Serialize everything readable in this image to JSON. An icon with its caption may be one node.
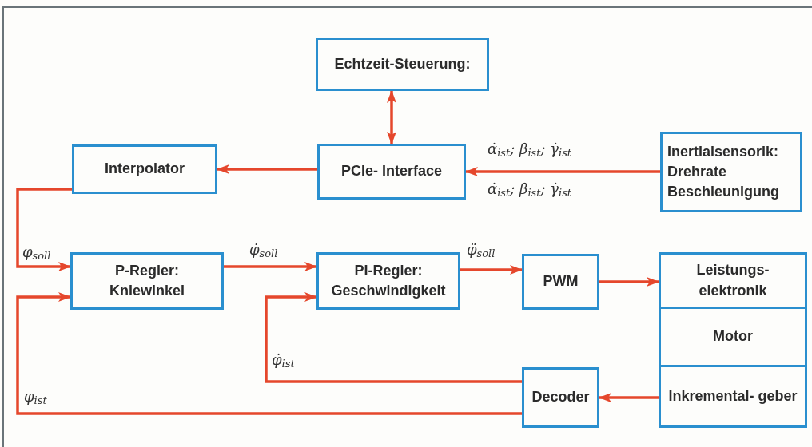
{
  "diagram": {
    "nodes": [
      {
        "text": [
          "Echtzeit-Steuerung:"
        ]
      },
      {
        "text": [
          "Interpolator"
        ]
      },
      {
        "text": [
          "PCIe- Interface"
        ]
      },
      {
        "text": [
          "Inertialsensorik: Drehrate Beschleunigung"
        ]
      },
      {
        "text": [
          "P-Regler: Kniewinkel"
        ]
      },
      {
        "text": [
          "PI-Regler: Geschwindigkeit"
        ]
      },
      {
        "text": [
          "PWM"
        ]
      },
      {
        "text": [
          "Leistungs- elektronik"
        ]
      },
      {
        "text": [
          "Motor"
        ]
      },
      {
        "text": [
          "Inkremental- geber"
        ]
      },
      {
        "text": [
          "Decoder"
        ]
      }
    ],
    "edges": [
      {
        "from": 2,
        "to": 0,
        "arrow": "both"
      },
      {
        "from": 3,
        "to": 2,
        "arrow": "to",
        "label": "α̇$_{ist}$; β̇$_{ist}$; γ̇$_{ist}$"
      },
      {
        "from": 2,
        "to": 1,
        "arrow": "to"
      },
      {
        "from": 1,
        "to": 4,
        "arrow": "to",
        "label": "φ$_{soll}$"
      },
      {
        "from": 4,
        "to": 5,
        "arrow": "to",
        "label": "φ̇$_{soll}$"
      },
      {
        "from": 5,
        "to": 6,
        "arrow": "to",
        "label": "φ̈$_{soll}$"
      },
      {
        "from": 6,
        "to": 7,
        "arrow": "to"
      },
      {
        "from": 9,
        "to": 10,
        "arrow": "to"
      },
      {
        "from": 10,
        "to": 5,
        "arrow": "to",
        "label": "φ̇$_{ist}$"
      },
      {
        "from": 10,
        "to": 4,
        "arrow": "to",
        "label": "φ$_{ist}$"
      }
    ],
    "labels": [
      "α̇$_{ist}$; β̇$_{ist}$; γ̇$_{ist}$"
    ]
  }
}
